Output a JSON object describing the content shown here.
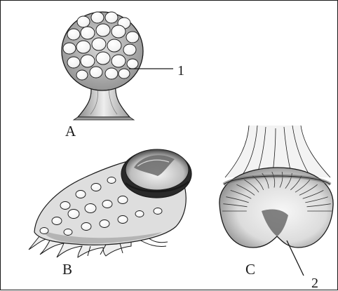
{
  "labels": {
    "a": "A",
    "b": "B",
    "c": "C",
    "callout_1": "1",
    "callout_2": "2"
  },
  "icons": {
    "specimen_a": "capitulum-with-stalk-illustration",
    "specimen_b": "thallus-with-cup-illustration",
    "specimen_c": "stalked-receptacle-illustration"
  },
  "colors": {
    "ink": "#1a1a1a",
    "shade": "#8a8a8a",
    "light_shade": "#cfcfcf",
    "paper": "#ffffff"
  }
}
